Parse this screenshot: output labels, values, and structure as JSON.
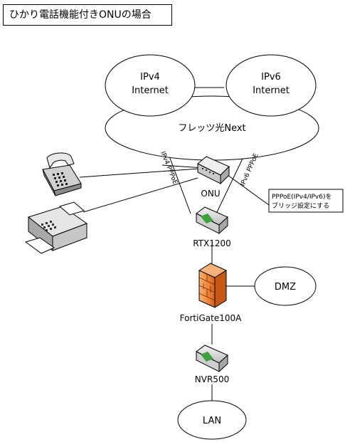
{
  "title": "ひかり電話機能付きONUの場合",
  "clouds": {
    "ipv4": [
      "IPv4",
      "Internet"
    ],
    "ipv6": [
      "IPv6",
      "Internet"
    ],
    "flets": "フレッツ光Next"
  },
  "labels": {
    "ipv4_pppoe": "IPv4 PPPoE",
    "ipv6_pppoe": "IPv6 PPPoE",
    "onu": "ONU",
    "callout": [
      "PPPoE(IPv4/IPv6)を",
      "ブリッジ設定にする"
    ],
    "rtx": "RTX1200",
    "dmz": "DMZ",
    "fortigate": "FortiGate100A",
    "nvr": "NVR500",
    "lan": "LAN"
  },
  "colors": {
    "line": "#000000",
    "device_gray": "#d8d8d8",
    "firewall_orange": "#f08a3c",
    "router_led": "#3da13d"
  }
}
